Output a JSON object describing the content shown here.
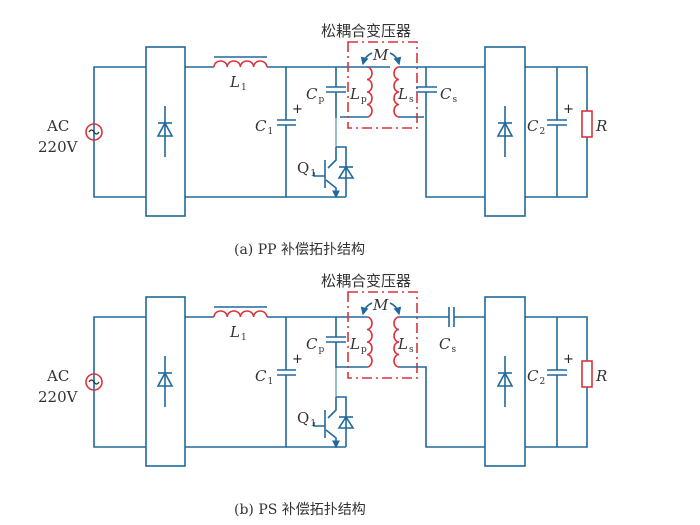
{
  "figure": {
    "colors": {
      "wire": "#21699a",
      "component_red": "#d9343c",
      "text": "#333333"
    },
    "panels": [
      {
        "id": "a",
        "caption": "(a) PP 补偿拓扑结构",
        "transformer_label": "松耦合变压器",
        "source_label_line1": "AC",
        "source_label_line2": "220V",
        "source_icon": "ac-source-icon",
        "rectifier_icon": "diode-icon",
        "L1": {
          "main": "L",
          "sub": "1"
        },
        "C1": {
          "main": "C",
          "sub": "1"
        },
        "C1_polarity": "+",
        "Cp": {
          "main": "C",
          "sub": "p"
        },
        "Lp": {
          "main": "L",
          "sub": "p"
        },
        "Ls": {
          "main": "L",
          "sub": "s"
        },
        "Cs": {
          "main": "C",
          "sub": "s"
        },
        "M": "M",
        "Q1": {
          "main": "Q",
          "sub": "1"
        },
        "C2": {
          "main": "C",
          "sub": "2"
        },
        "C2_polarity": "+",
        "R": "R",
        "compensation": "parallel-parallel"
      },
      {
        "id": "b",
        "caption": "(b) PS 补偿拓扑结构",
        "transformer_label": "松耦合变压器",
        "source_label_line1": "AC",
        "source_label_line2": "220V",
        "source_icon": "ac-source-icon",
        "rectifier_icon": "diode-icon",
        "L1": {
          "main": "L",
          "sub": "1"
        },
        "C1": {
          "main": "C",
          "sub": "1"
        },
        "C1_polarity": "+",
        "Cp": {
          "main": "C",
          "sub": "p"
        },
        "Lp": {
          "main": "L",
          "sub": "p"
        },
        "Ls": {
          "main": "L",
          "sub": "s"
        },
        "Cs": {
          "main": "C",
          "sub": "s"
        },
        "M": "M",
        "Q1": {
          "main": "Q",
          "sub": "1"
        },
        "C2": {
          "main": "C",
          "sub": "2"
        },
        "C2_polarity": "+",
        "R": "R",
        "compensation": "parallel-series"
      }
    ]
  }
}
